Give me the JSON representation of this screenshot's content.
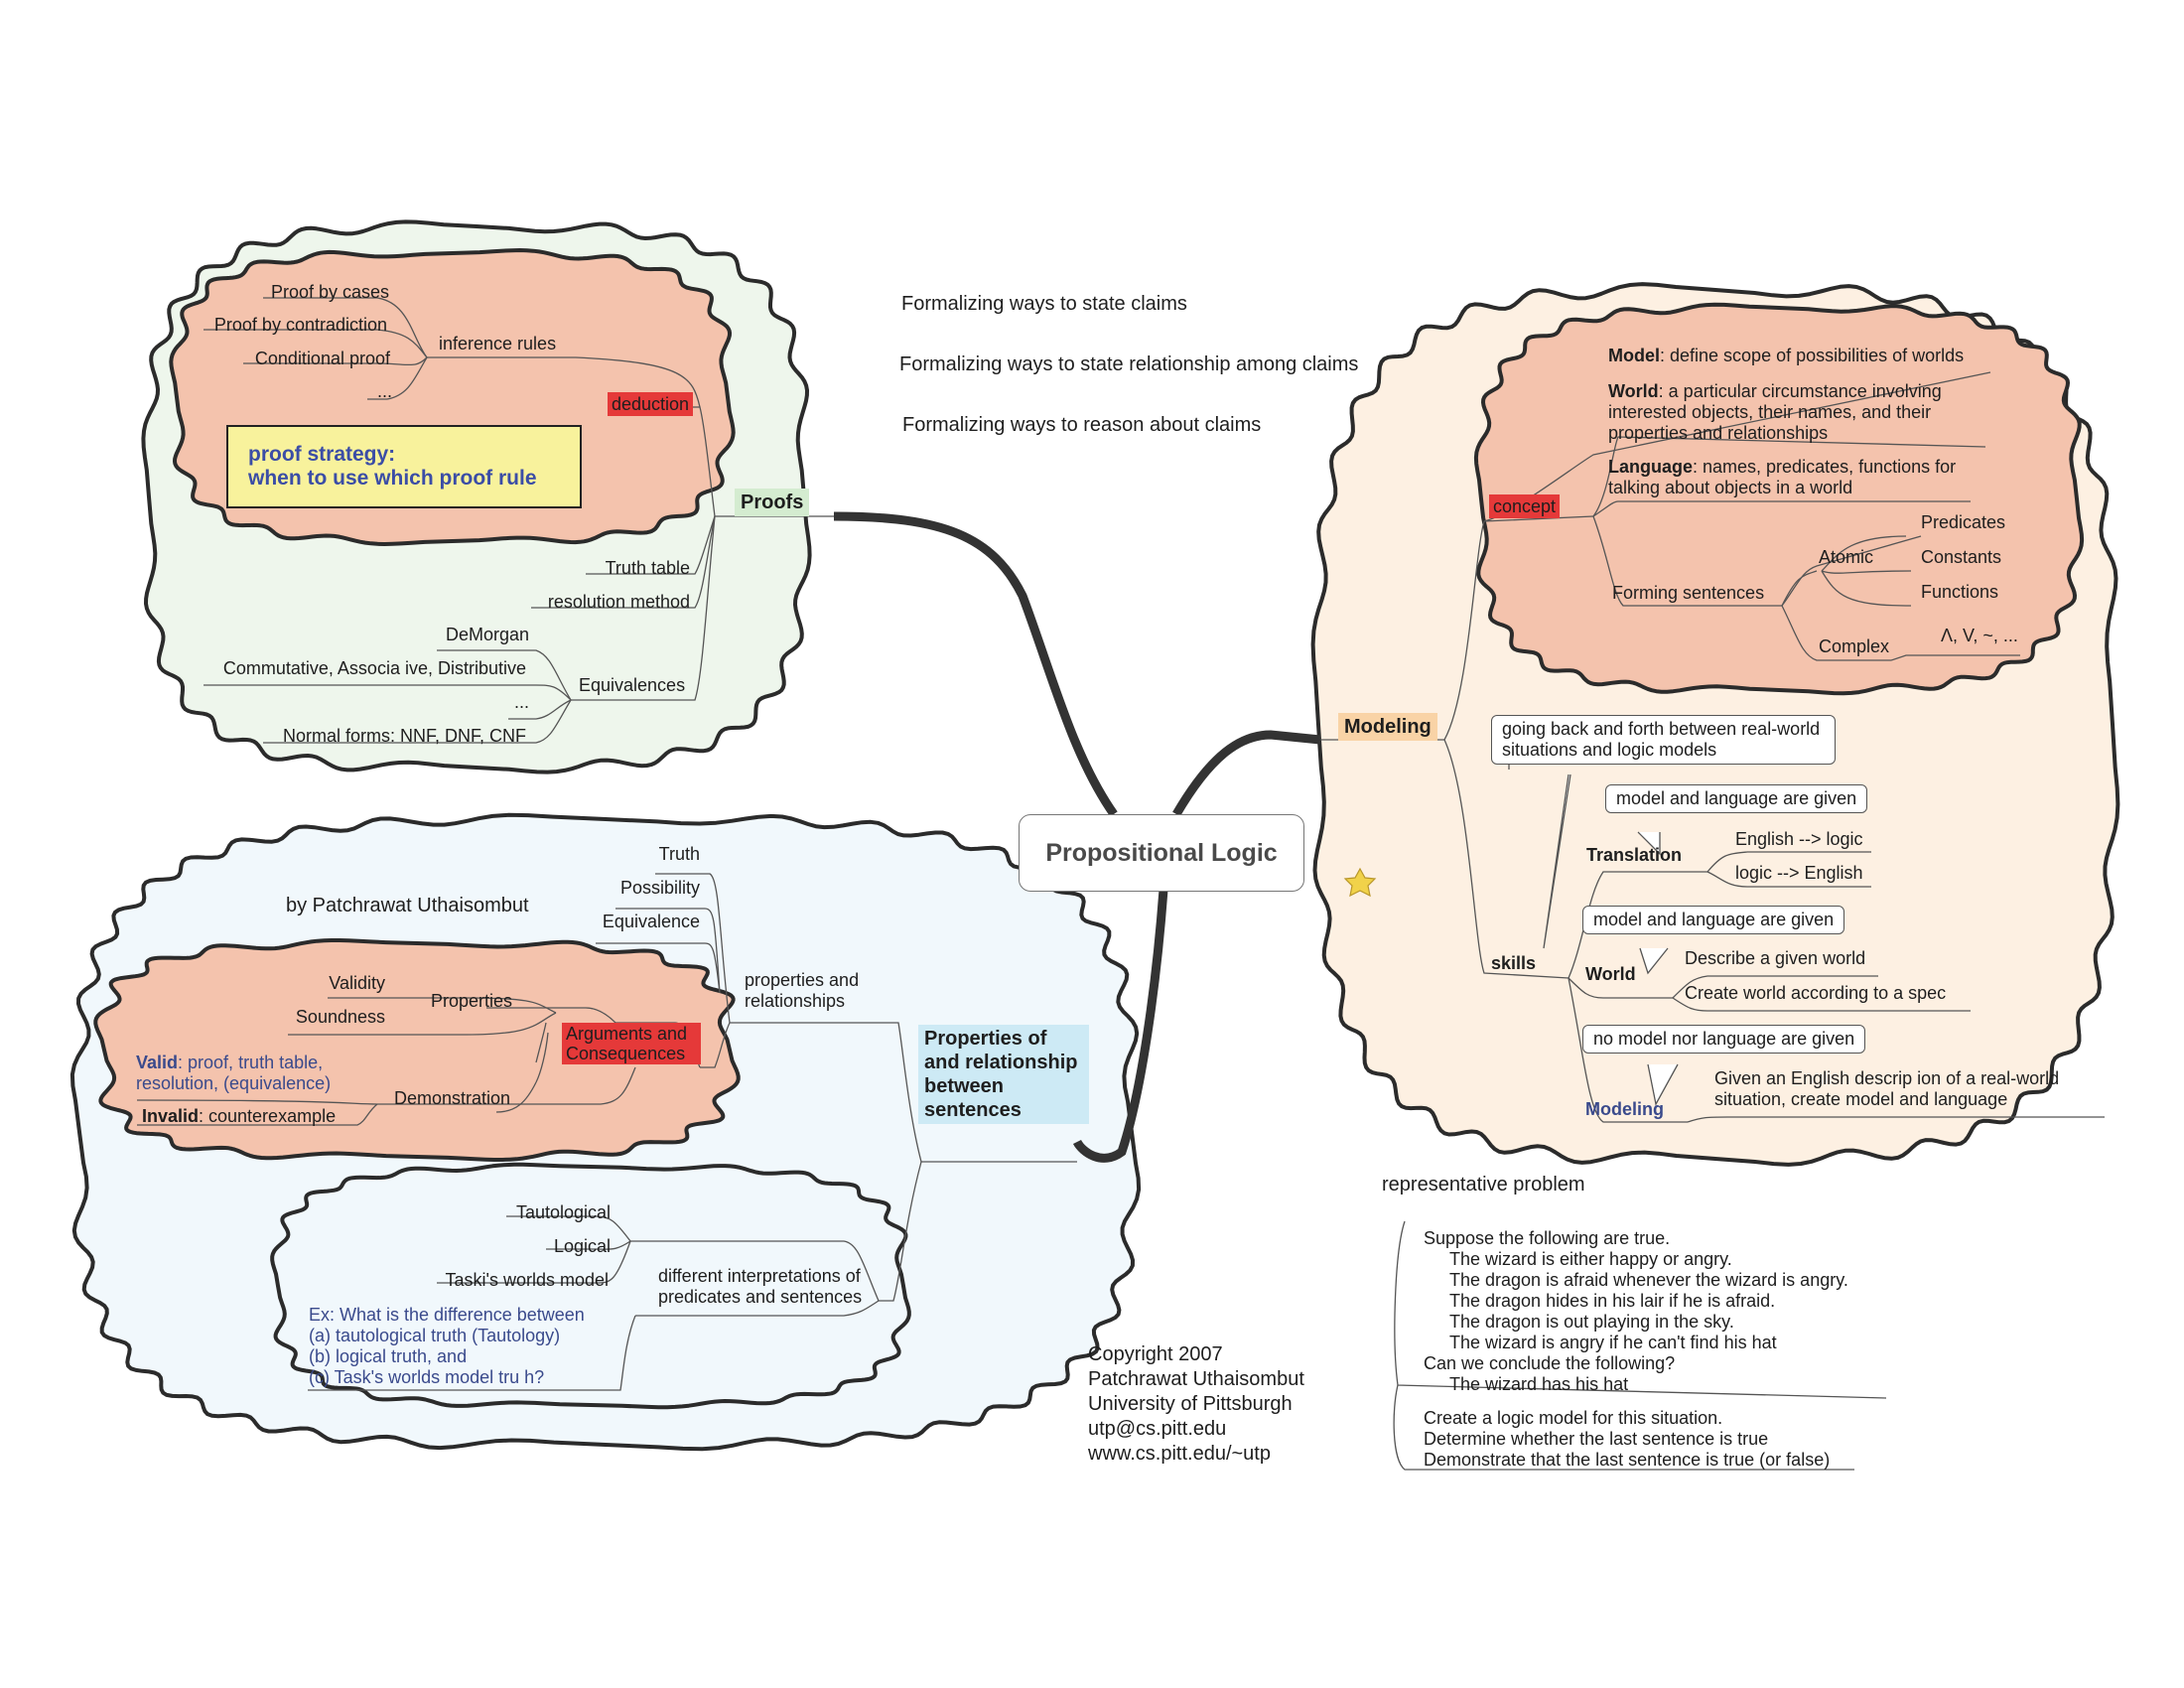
{
  "colors": {
    "proofs_cloud": "#eef6ec",
    "modeling_cloud": "#fdf0e2",
    "properties_cloud": "#f1f8fc",
    "inner_cloud": "#f4c3ad",
    "red_tag": "#e53939",
    "proofs_tag": "#d4ecd0",
    "modeling_tag": "#f9d3a6",
    "properties_tag": "#cdeaf5",
    "strategy_box": "#f8f29c",
    "blue_text": "#3a4a8c"
  },
  "center": {
    "title": "Propositional Logic",
    "star_icon": "star-icon"
  },
  "intro": [
    "Formalizing ways to state claims",
    "Formalizing ways to state relationship among claims",
    "Formalizing ways to reason about claims"
  ],
  "proofs": {
    "title": "Proofs",
    "deduction": "deduction",
    "inference_rules": "inference rules",
    "rules": [
      "Proof by cases",
      "Proof by contradiction",
      "Conditional proof",
      "..."
    ],
    "strategy_line1": "proof  strategy:",
    "strategy_line2": "when to use which proof rule",
    "truth_table": "Truth table",
    "resolution": "resolution method",
    "equivalences": "Equivalences",
    "equiv_items": [
      "DeMorgan",
      "Commutative, Associa ive, Distributive",
      "...",
      "Normal forms: NNF, DNF, CNF"
    ]
  },
  "modeling": {
    "title": "Modeling",
    "concept": "concept",
    "model_term": "Model",
    "model_def": ": define scope of possibilities of worlds",
    "world_term": "World",
    "world_def": ": a particular circumstance involving interested objects, their names, and their properties and relationships",
    "language_term": "Language",
    "language_def": ": names, predicates, functions for talking about objects in a world",
    "forming": "Forming sentences",
    "atomic": "Atomic",
    "atomic_items": [
      "Predicates",
      "Constants",
      "Functions"
    ],
    "complex": "Complex",
    "complex_items": "Λ, V, ~, ...",
    "skills": "skills",
    "callout_main": "going back and forth between real-world situations and logic models",
    "translation": "Translation",
    "translation_callout": "model and language are given",
    "translation_items": [
      "English --> logic",
      "logic --> English"
    ],
    "world": "World",
    "world_callout": "model and language are given",
    "world_items": [
      "Describe a given world",
      "Create world according to a spec"
    ],
    "modeling_skill": "Modeling",
    "modeling_callout": "no model nor language are given",
    "modeling_item": "Given an English descrip ion of a real-world situation, create model and language"
  },
  "properties": {
    "title": "Properties  of and relationship between sentences",
    "author": "by Patchrawat Uthaisombut",
    "props_rel": "properties and relationships",
    "props_items": [
      "Truth",
      "Possibility",
      "Equivalence"
    ],
    "arguments": "Arguments and Consequences",
    "properties_label": "Properties",
    "properties_items": [
      "Validity",
      "Soundness"
    ],
    "demonstration": "Demonstration",
    "valid_term": "Valid",
    "valid_def": ": proof, truth table, resolution, (equivalence)",
    "invalid_term": "Invalid",
    "invalid_def": ": counterexample",
    "interpretations": "different interpretations of predicates and sentences",
    "interp_items": [
      "Tautological",
      "Logical",
      "Taski's worlds model"
    ],
    "example_lines": [
      "Ex: What is the difference between",
      "(a)  tautological truth  (Tautology)",
      "(b) logical truth, and",
      "(c)  Task's worlds model tru h?"
    ]
  },
  "copyright": [
    "Copyright 2007",
    "Patchrawat  Uthaisombut",
    "University  of  Pittsburgh",
    "utp@cs.pitt.edu",
    "www.cs.pitt.edu/~utp"
  ],
  "problem": {
    "title": "representative problem",
    "lines": [
      "Suppose the following are true.",
      "The wizard is either happy or angry.",
      "The dragon is afraid whenever the wizard is angry.",
      "The dragon hides in his lair if he is afraid.",
      "The dragon is out playing in the sky.",
      "The wizard is angry if he can't find his hat",
      "Can we conclude the following?",
      "The wizard has his hat"
    ],
    "tasks": [
      "Create a logic model for this situation.",
      "Determine whether the last sentence is true",
      "Demonstrate that the last sentence is true (or false)"
    ]
  }
}
